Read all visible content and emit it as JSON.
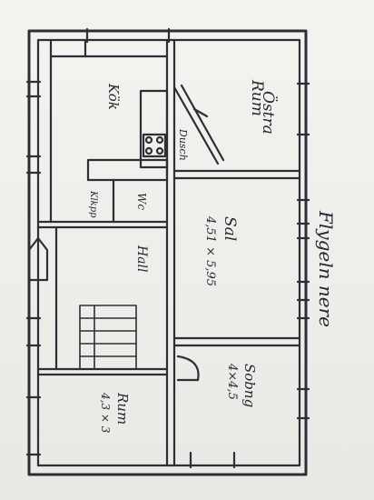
{
  "title": {
    "line1": "Östra",
    "line2": "Flygeln nere"
  },
  "rooms": {
    "rum_top": "Rum",
    "kok": "Kök",
    "dusch": "Dusch",
    "wc": "Wc",
    "klapp": "Klkpp",
    "hall": "Hall",
    "sal_name": "Sal",
    "sal_dims": "4,51 × 5,95",
    "sov_name": "Sobng",
    "sov_dims": "4×4,5",
    "rum_bottom": "Rum",
    "rum_bottom_dims": "4,3 × 3"
  },
  "colors": {
    "paper": "#f2f1ee",
    "ink": "#2b2f36"
  }
}
